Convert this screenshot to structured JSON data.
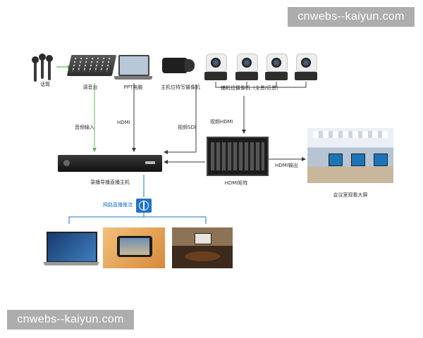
{
  "watermark": {
    "text": "cnwebs--kaiyun.com"
  },
  "devices": {
    "microphone": "话筒",
    "mixer": "调音台",
    "ppt_computer": "PPT电脑",
    "main_camera": "主机位特写摄像机",
    "aux_cameras": "辅机位摄像机（全景/近景）",
    "recorder_host": "录播导播直播主机",
    "hdmi_matrix": "HDMI矩阵",
    "meeting_screen": "会议室观看大屏"
  },
  "links": {
    "audio_input": "音频输入",
    "hdmi": "HDMI",
    "video_sdi": "视频SDI",
    "video_hdmi": "视频HDMI",
    "hdmi_output": "HDMI输出",
    "live_stream": "网路直播推流"
  },
  "colors": {
    "wire": "#3b3b3b",
    "arrow_green": "#5cb85c",
    "link_blue": "#1e73c9"
  }
}
